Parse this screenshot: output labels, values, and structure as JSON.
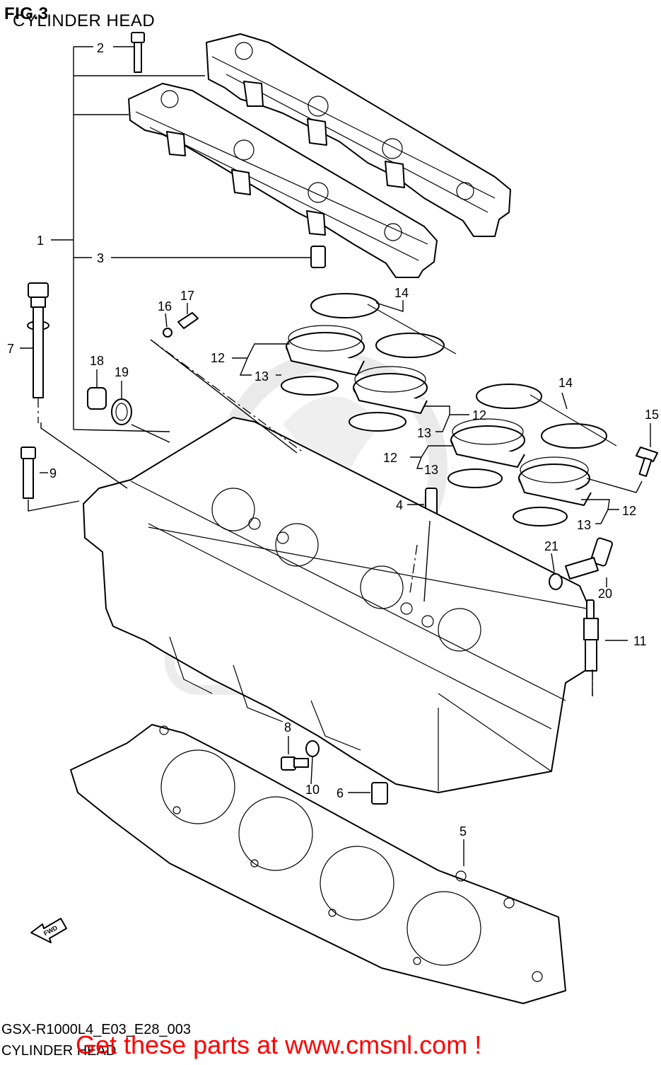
{
  "header": {
    "figure": "FIG.3",
    "title": "CYLINDER HEAD"
  },
  "footer": {
    "diagram_code": "GSX-R1000L4_E03_E28_003",
    "diagram_name": "CYLINDER HEAD",
    "banner": "Get these parts at www.cmsnl.com !"
  },
  "fwd_label": "FWD",
  "callouts": {
    "c1": "1",
    "c2": "2",
    "c3": "3",
    "c4": "4",
    "c5": "5",
    "c6": "6",
    "c7": "7",
    "c8": "8",
    "c9": "9",
    "c10": "10",
    "c11": "11",
    "c12a": "12",
    "c12b": "12",
    "c12c": "12",
    "c12d": "12",
    "c13a": "13",
    "c13b": "13",
    "c13c": "13",
    "c13d": "13",
    "c14a": "14",
    "c14b": "14",
    "c15": "15",
    "c16": "16",
    "c17": "17",
    "c18": "18",
    "c19": "19",
    "c20": "20",
    "c21": "21"
  },
  "colors": {
    "line": "#000000",
    "banner": "#ff0000",
    "watermark": "#d9d9d9"
  }
}
